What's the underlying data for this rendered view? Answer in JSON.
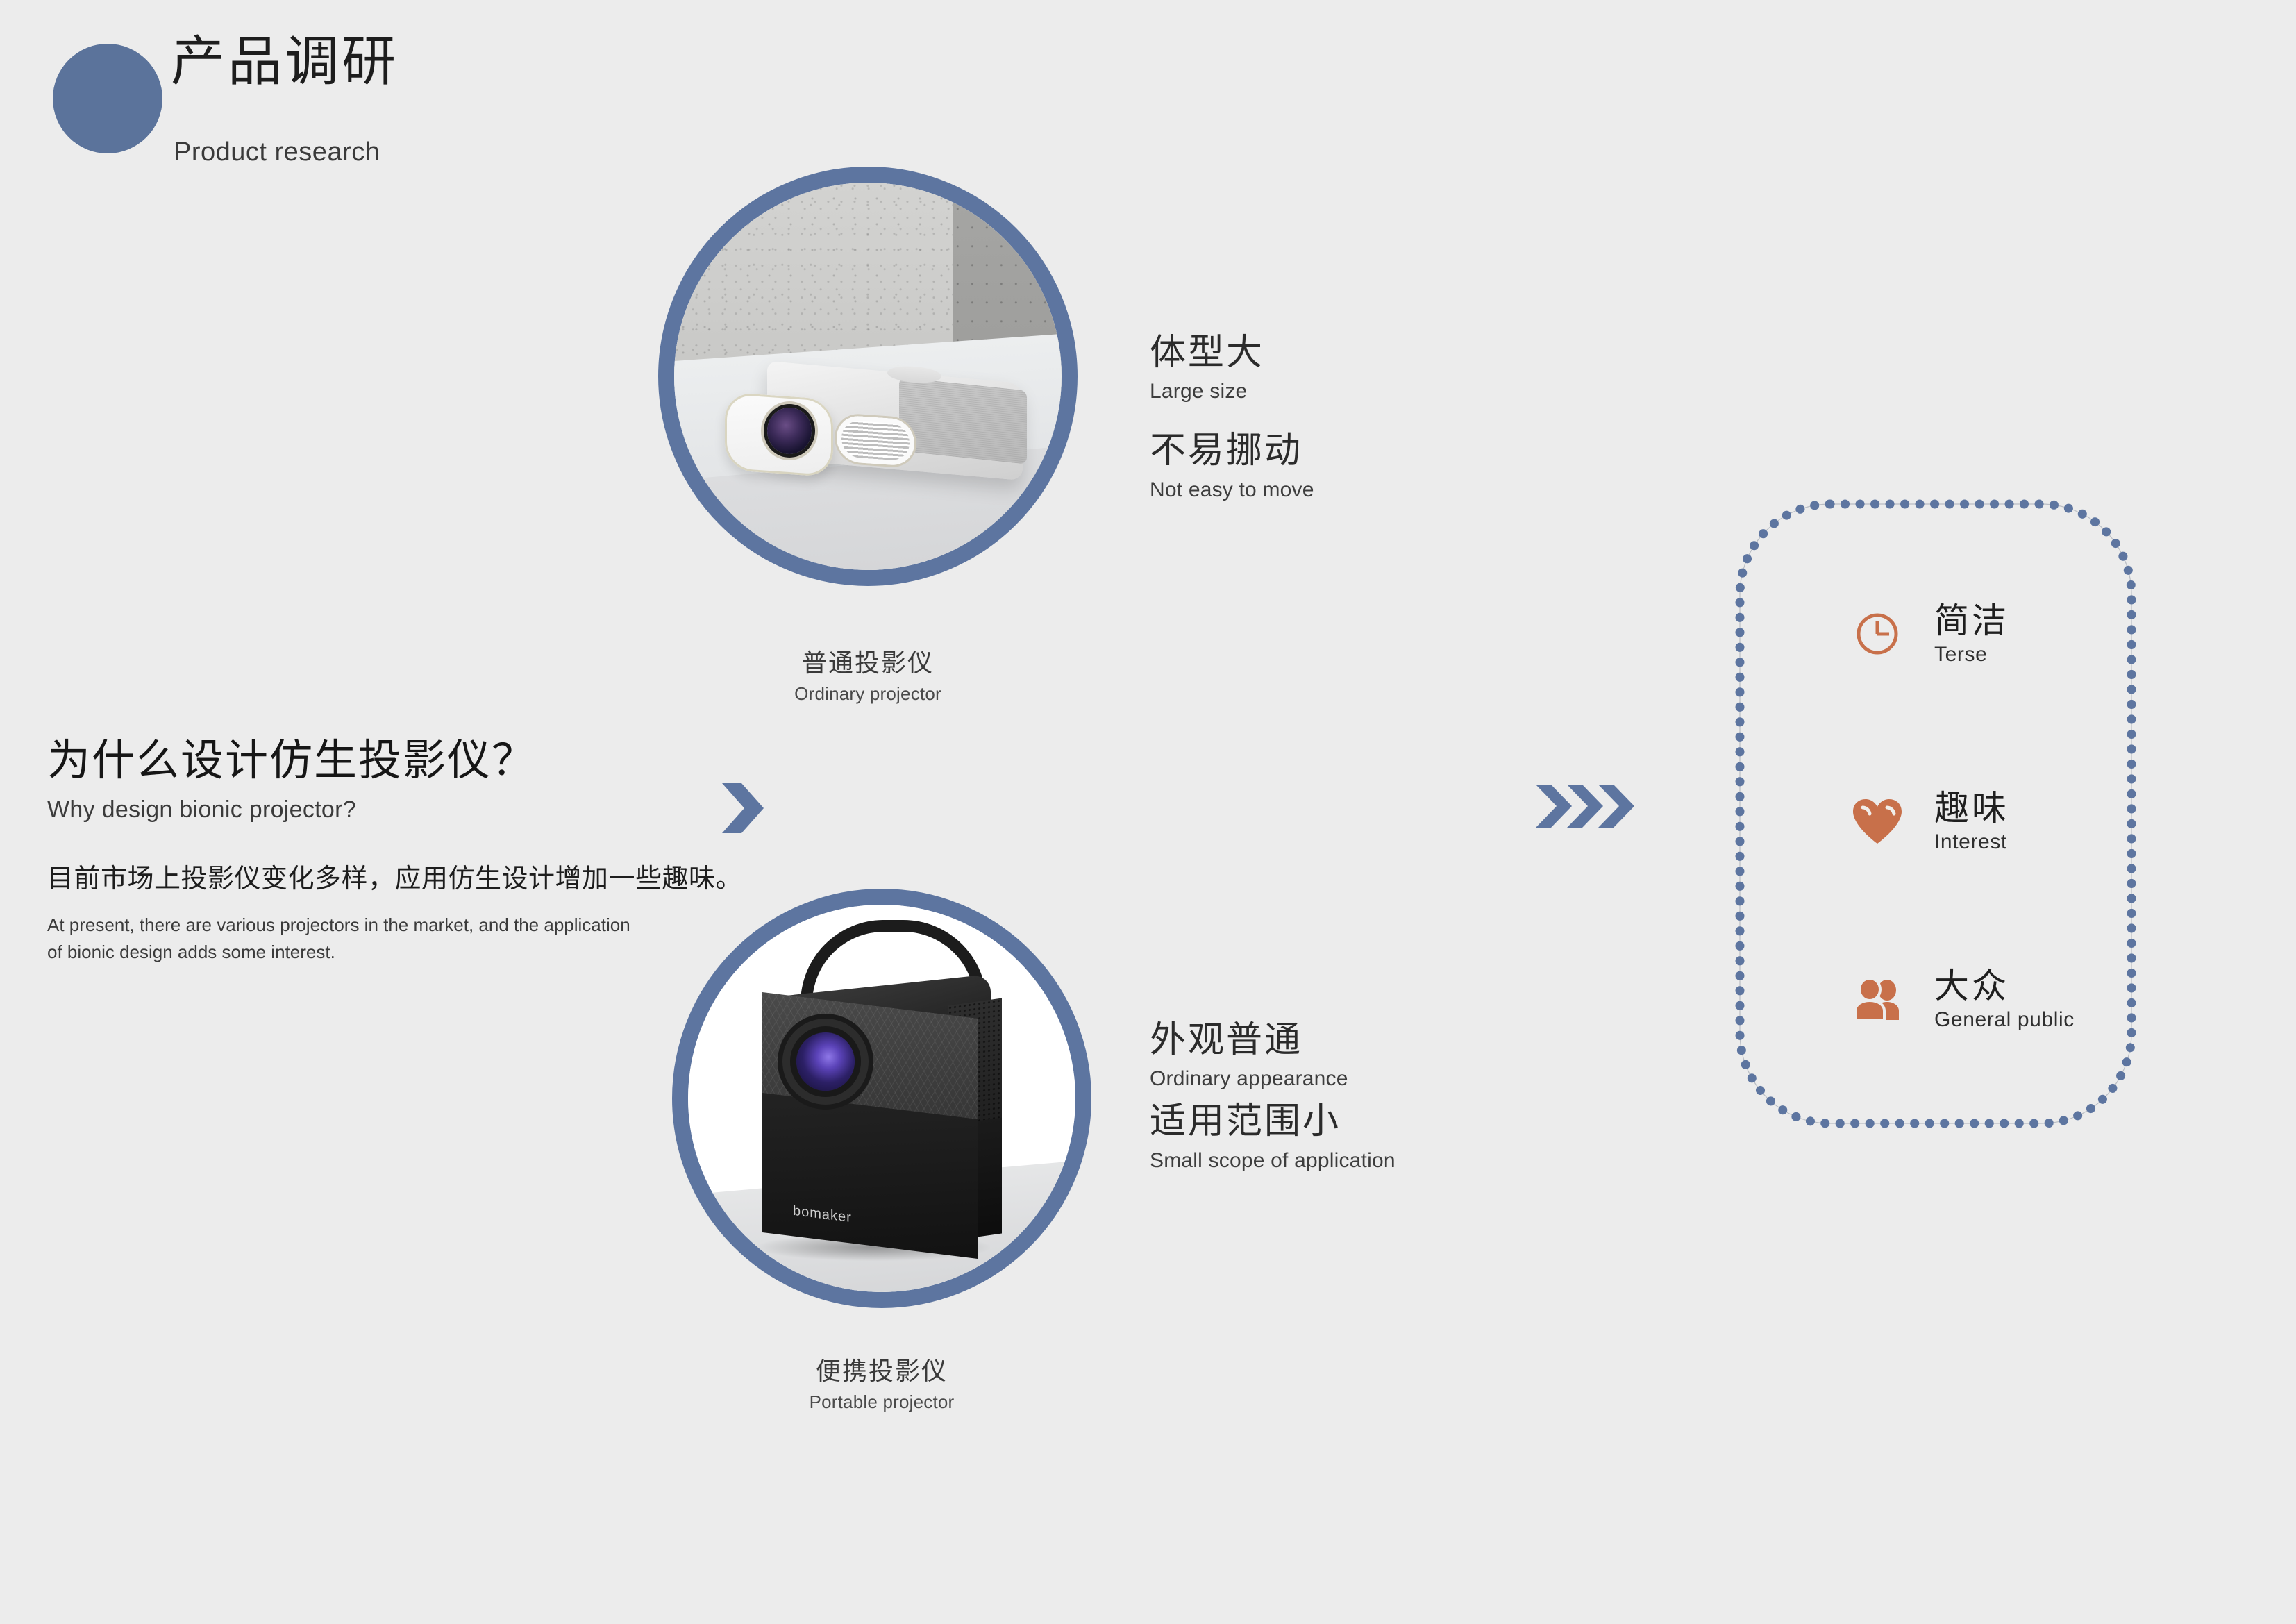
{
  "header": {
    "title_cn": "产品调研",
    "title_en": "Product research"
  },
  "why": {
    "question_cn": "为什么设计仿生投影仪？",
    "question_en": "Why design bionic projector?",
    "desc_cn": "目前市场上投影仪变化多样，应用仿生设计增加一些趣味。",
    "desc_en": "At present, there are various projectors in the market, and the application of bionic design adds some interest."
  },
  "products": [
    {
      "caption_cn": "普通投影仪",
      "caption_en": "Ordinary projector",
      "image_alt": "white-desktop-projector-photo",
      "features": [
        {
          "cn": "体型大",
          "en": "Large size"
        },
        {
          "cn": "不易挪动",
          "en": "Not easy to move"
        }
      ]
    },
    {
      "caption_cn": "便携投影仪",
      "caption_en": "Portable projector",
      "image_alt": "black-portable-projector-photo",
      "brand": "bomaker",
      "features": [
        {
          "cn": "外观普通",
          "en": "Ordinary appearance"
        },
        {
          "cn": "适用范围小",
          "en": "Small scope of application"
        }
      ]
    }
  ],
  "keywords": {
    "items": [
      {
        "icon": "clock-icon",
        "cn": "简洁",
        "en": "Terse"
      },
      {
        "icon": "heart-icon",
        "cn": "趣味",
        "en": "Interest"
      },
      {
        "icon": "people-icon",
        "cn": "大众",
        "en": "General public"
      }
    ]
  },
  "colors": {
    "background": "#ececec",
    "accent_blue": "#5b739b",
    "accent_orange": "#c8704a",
    "text_dark": "#1d1d1d",
    "text_muted": "#3b3b3b"
  }
}
